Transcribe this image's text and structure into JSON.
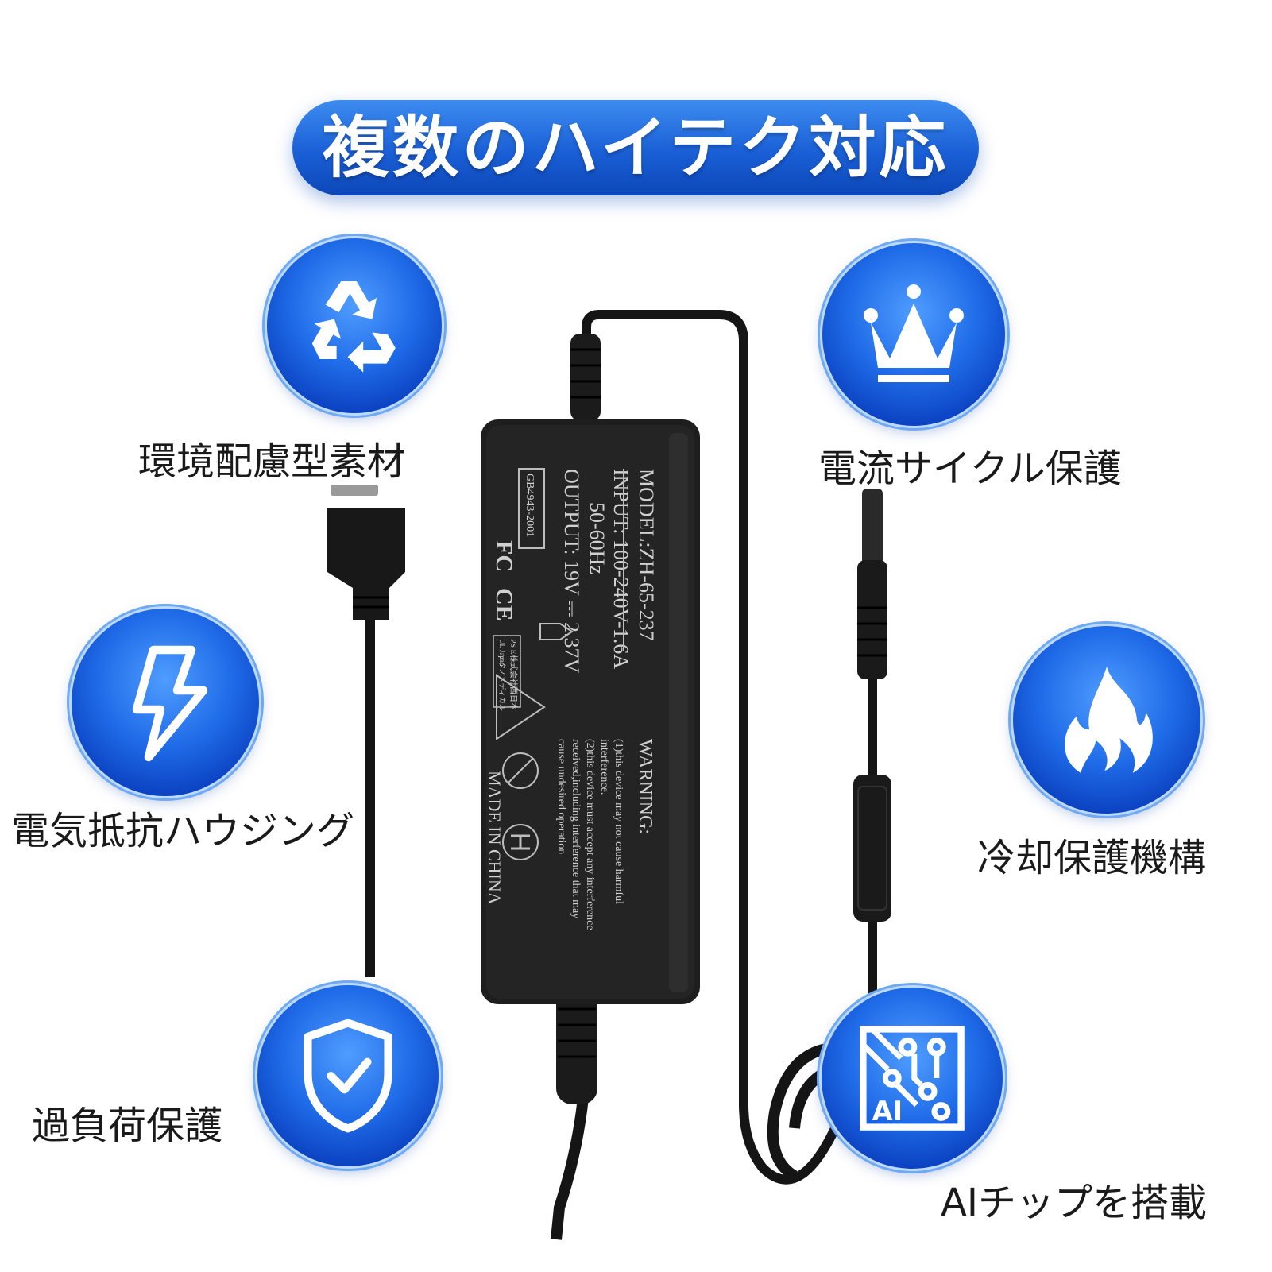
{
  "header": {
    "title": "複数のハイテク対応"
  },
  "features": {
    "eco_material": {
      "label": "環境配慮型素材",
      "icon": "recycle-icon"
    },
    "current_cycle": {
      "label": "電流サイクル保護",
      "icon": "crown-icon"
    },
    "electric_resistance": {
      "label": "電気抵抗ハウジング",
      "icon": "lightning-icon"
    },
    "cooling": {
      "label": "冷却保護機構",
      "icon": "flame-icon"
    },
    "overload": {
      "label": "過負荷保護",
      "icon": "shield-check-icon"
    },
    "ai_chip": {
      "label": "AIチップを搭載",
      "icon": "ai-chip-icon",
      "chip_text": "AI"
    }
  },
  "adapter": {
    "model": "MODEL:ZH-65-237",
    "input": "INPUT: 100-240V-1.6A",
    "freq": "50-60Hz",
    "output": "OUTPUT: 19V ⎓ 2.37V",
    "standard": "GB4943-2001",
    "warning_title": "WARNING:",
    "warning_1a": "(1)this device may not cause harmful",
    "warning_1b": "interference.",
    "warning_2a": "(2)this device must accept any interference",
    "warning_2b": "received,including interference that may",
    "warning_2c": "cause undesired operation",
    "made_in": "MADE IN CHINA",
    "fcc": "FC",
    "ce": "CE",
    "pse": "PS E",
    "ul_japan": "UL Japan",
    "company": "株式会社西日本",
    "company_sub": "テクノメディカル"
  },
  "colors": {
    "accent": "#1a5fd6",
    "ring": "#2a7ce4",
    "adapter_body": "#1e1e1e"
  }
}
